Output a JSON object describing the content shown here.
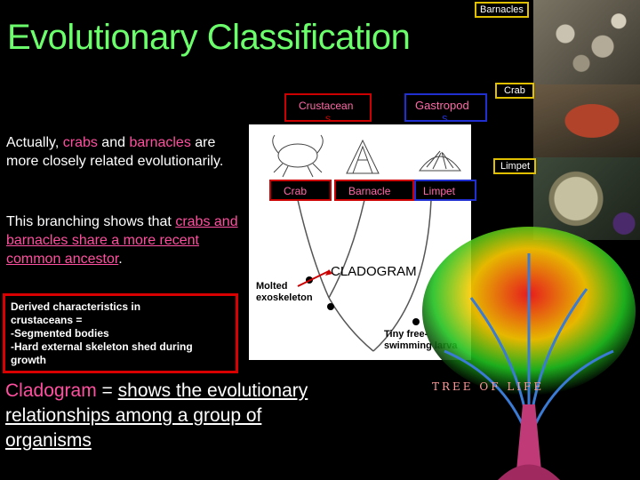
{
  "title": "Evolutionary Classification",
  "paragraph1": {
    "pre": "Actually, ",
    "crabs": "crabs",
    "mid": " and ",
    "barnacles": "barnacles",
    "post": " are more closely related evolutionarily."
  },
  "paragraph2": {
    "pre": "This branching shows that ",
    "link": "crabs and barnacles share a more recent common ancestor",
    "post": "."
  },
  "derived": {
    "lines": [
      "Derived characteristics in",
      "crustaceans =",
      "-Segmented bodies",
      "-Hard external skeleton shed during",
      "growth"
    ]
  },
  "definition": {
    "term": "Cladogram",
    "eq": " = ",
    "text": "shows the evolutionary relationships among a group of organisms",
    "text_part1": "shows the evolutionary",
    "text_part2": "relationships among a group of",
    "text_part3": "organisms"
  },
  "cladogram": {
    "group1": "Crustacean",
    "group1_wrap": "s",
    "group2": "Gastropod",
    "group2_wrap": "s",
    "taxa": [
      "Crab",
      "Barnacle",
      "Limpet"
    ],
    "caption": "CLADOGRAM",
    "trait1": "Molted exoskeleton",
    "trait2": "Tiny free-swimming larva"
  },
  "photos": {
    "barnacles": "Barnacles",
    "crab": "Crab",
    "limpet": "Limpet"
  },
  "tree_caption": "TREE OF LIFE"
}
